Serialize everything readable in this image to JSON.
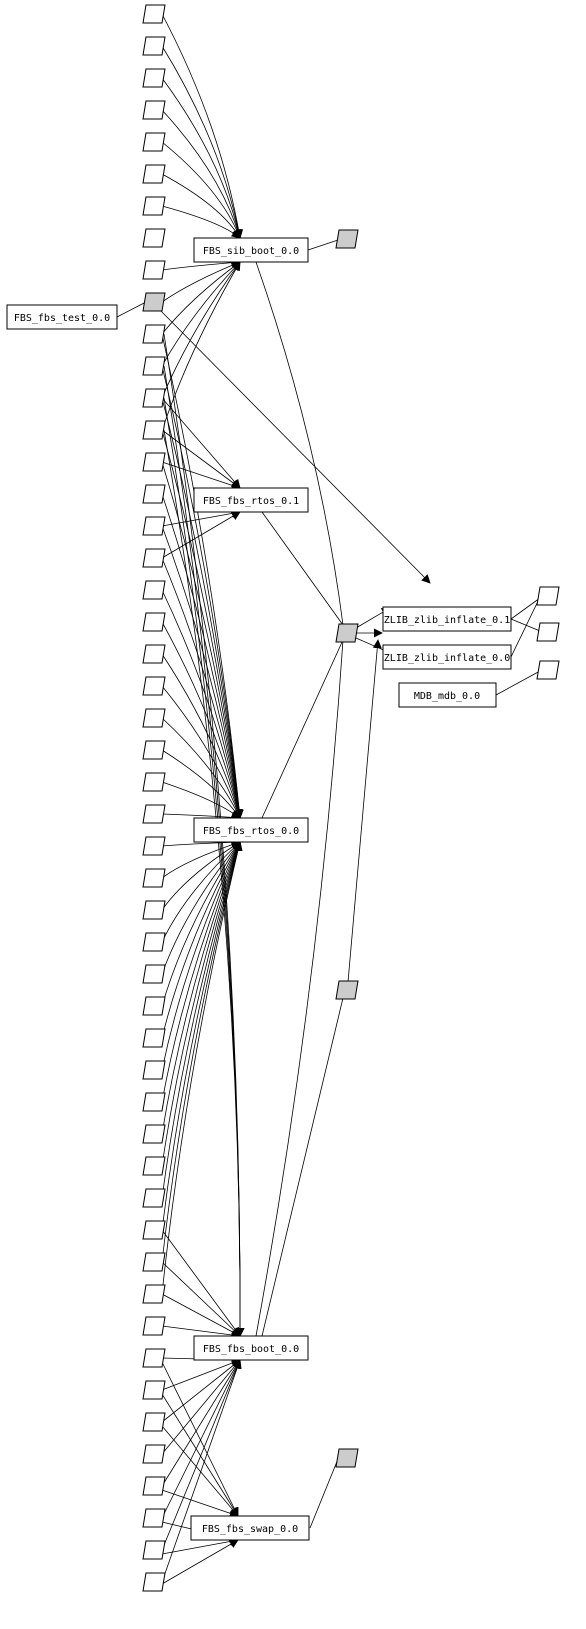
{
  "nodes": {
    "fbs_test": "FBS_fbs_test_0.0",
    "sib_boot": "FBS_sib_boot_0.0",
    "rtos_01": "FBS_fbs_rtos_0.1",
    "rtos_00": "FBS_fbs_rtos_0.0",
    "fbs_boot": "FBS_fbs_boot_0.0",
    "fbs_swap": "FBS_fbs_swap_0.0",
    "zlib_01": "ZLIB_zlib_inflate_0.1",
    "zlib_00": "ZLIB_zlib_inflate_0.0",
    "mdb": "MDB_mdb_0.0"
  },
  "colors": {
    "filled_parallelogram": "#cccccc",
    "empty_parallelogram": "#ffffff",
    "stroke": "#000000",
    "background": "#ffffff"
  }
}
